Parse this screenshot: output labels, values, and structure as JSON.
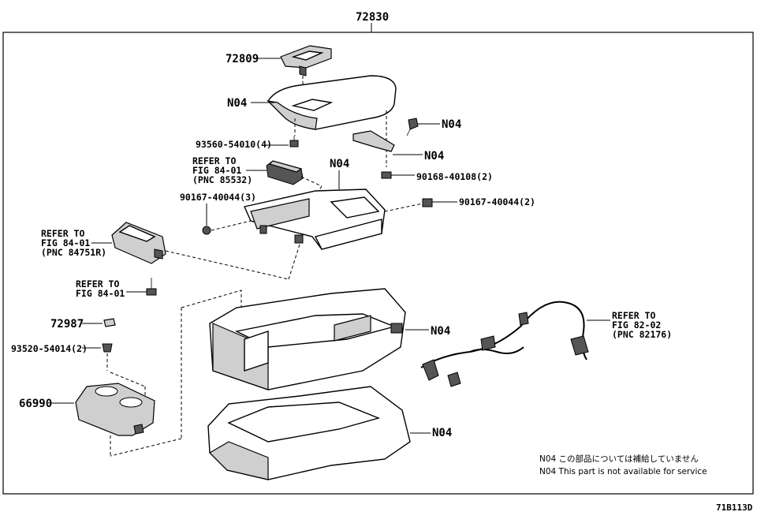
{
  "diagram": {
    "top_number": "72830",
    "figure_code": "71B113D",
    "labels": {
      "p72809": "72809",
      "n04_lid": "N04",
      "n04_clip": "N04",
      "n04_hinge": "N04",
      "n04_tray": "N04",
      "n04_body": "N04",
      "n04_lower": "N04",
      "screw_93560": "93560-54010(4)",
      "screw_90168": "90168-40108(2)",
      "screw_90167a": "90167-40044(3)",
      "screw_90167b": "90167-40044(2)",
      "p72987": "72987",
      "screw_93520": "93520-54014(2)",
      "p66990": "66990"
    },
    "refer_85532": [
      "REFER TO",
      "FIG 84-01",
      "(PNC 85532)"
    ],
    "refer_84751": [
      "REFER TO",
      "FIG 84-01",
      "(PNC 84751R)"
    ],
    "refer_8401": [
      "REFER TO",
      "FIG 84-01"
    ],
    "refer_82176": [
      "REFER TO",
      "FIG 82-02",
      "(PNC 82176)"
    ],
    "notes": {
      "jp": "N04 この部品については補給していません",
      "en": "N04 This part is not available for service"
    }
  }
}
